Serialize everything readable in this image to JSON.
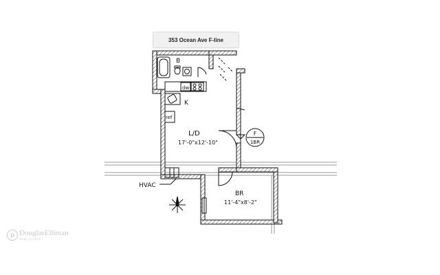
{
  "header": {
    "title": "353 Ocean Ave F-line"
  },
  "rooms": {
    "bath": "B",
    "kitchen": "K",
    "dishwasher": "dw",
    "refrigerator": "ref",
    "living_dining": "L/D",
    "living_dining_dims": "17'-0\"x12'-10\"",
    "bedroom": "BR",
    "bedroom_dims": "11'-4\"x8'-2\""
  },
  "unit_badge": {
    "line": "F",
    "type": "1BR"
  },
  "hvac_label": "HVAC",
  "watermark": {
    "brand": "DouglasElliman",
    "sub": "REAL ESTATE"
  },
  "colors": {
    "ink": "#111111",
    "hatch": "#555555",
    "background": "#ffffff"
  }
}
